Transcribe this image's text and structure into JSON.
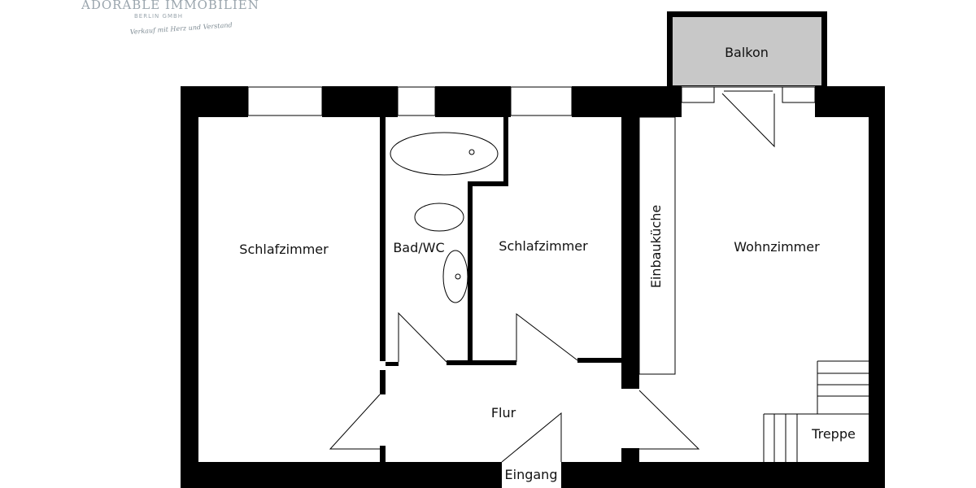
{
  "logo": {
    "name": "ADORABLE IMMOBILIEN",
    "subtitle": "BERLIN GMBH",
    "tagline": "Verkauf mit Herz und Verstand"
  },
  "rooms": {
    "balkon": "Balkon",
    "schlafzimmer_left": "Schlafzimmer",
    "bad": "Bad/WC",
    "schlafzimmer_middle": "Schlafzimmer",
    "einbaukueche": "Einbauküche",
    "wohnzimmer": "Wohnzimmer",
    "flur": "Flur",
    "treppe": "Treppe",
    "eingang": "Eingang"
  },
  "colors": {
    "wall": "#000000",
    "balcony_fill": "#c8c8c8",
    "logo": "#9aa5ad"
  }
}
